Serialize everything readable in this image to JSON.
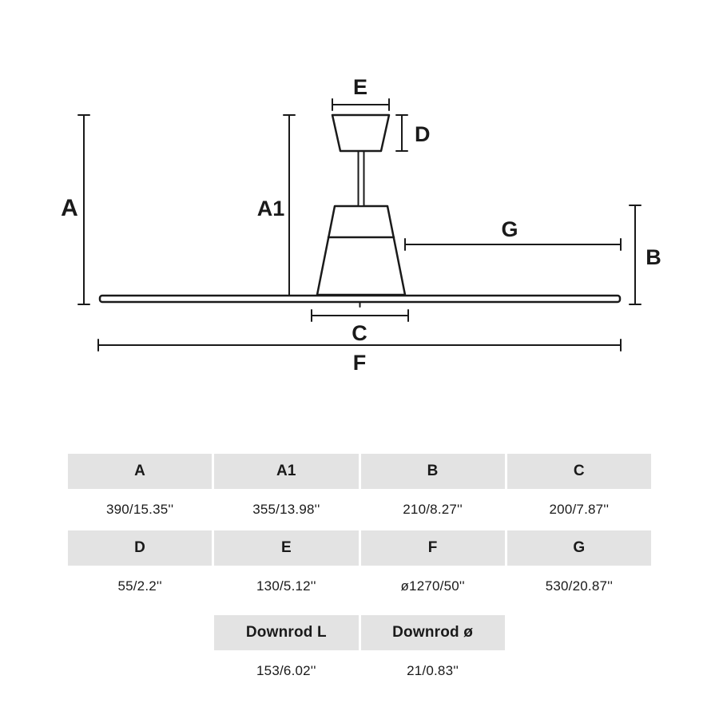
{
  "colors": {
    "line": "#1a1a1a",
    "table_header_bg": "#e3e3e3",
    "background": "#ffffff"
  },
  "diagram": {
    "dim_a": "A",
    "dim_a1": "A1",
    "dim_b": "B",
    "dim_c": "C",
    "dim_d": "D",
    "dim_e": "E",
    "dim_f": "F",
    "dim_g": "G"
  },
  "table": {
    "row1_headers": [
      "A",
      "A1",
      "B",
      "C"
    ],
    "row1_values": [
      "390/15.35''",
      "355/13.98''",
      "210/8.27''",
      "200/7.87''"
    ],
    "row2_headers": [
      "D",
      "E",
      "F",
      "G"
    ],
    "row2_values": [
      "55/2.2''",
      "130/5.12''",
      "ø1270/50''",
      "530/20.87''"
    ],
    "row3_headers": [
      "Downrod L",
      "Downrod ø"
    ],
    "row3_values": [
      "153/6.02''",
      "21/0.83''"
    ]
  }
}
